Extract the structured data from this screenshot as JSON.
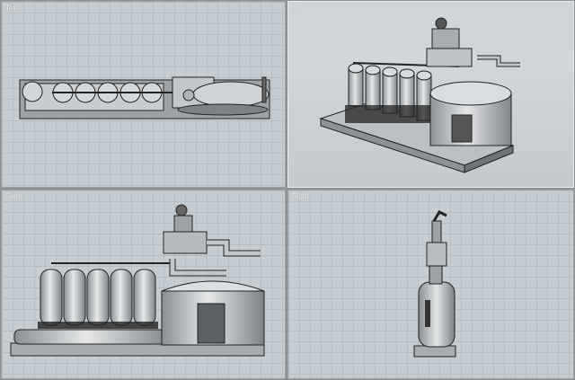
{
  "viewports": {
    "top": {
      "label": "Top"
    },
    "persp": {
      "label": "3D"
    },
    "front": {
      "label": "Front"
    },
    "right": {
      "label": "Right"
    }
  },
  "colors": {
    "viewport_bg": "#c6cdd2",
    "grid_line": "#b7bec3",
    "model_fill": "#bfc3c6",
    "model_stroke": "#222222",
    "shadow": "#5a5f63"
  }
}
